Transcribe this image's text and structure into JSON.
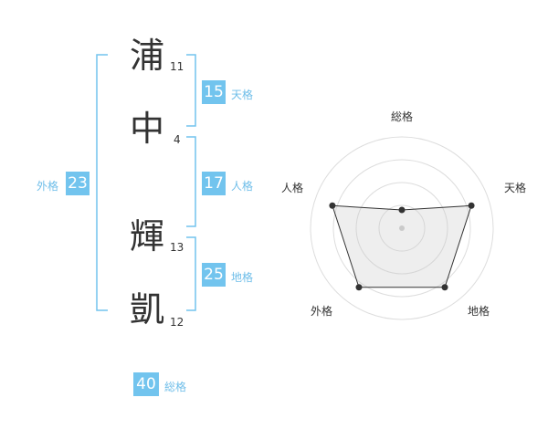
{
  "name_chars": [
    {
      "char": "浦",
      "strokes": "11"
    },
    {
      "char": "中",
      "strokes": "4"
    },
    {
      "char": "輝",
      "strokes": "13"
    },
    {
      "char": "凱",
      "strokes": "12"
    }
  ],
  "kakaku": {
    "tenkaku": {
      "value": "15",
      "label": "天格"
    },
    "jinkaku": {
      "value": "17",
      "label": "人格"
    },
    "chikaku": {
      "value": "25",
      "label": "地格"
    },
    "gaikaku": {
      "value": "23",
      "label": "外格"
    },
    "soukaku": {
      "value": "40",
      "label": "総格"
    }
  },
  "colors": {
    "accent": "#72c4ee",
    "bracket": "#72c4ee",
    "text": "#333333"
  },
  "chart_data": {
    "type": "radar",
    "axes": [
      "総格",
      "天格",
      "地格",
      "外格",
      "人格"
    ],
    "values": [
      1,
      4,
      4,
      4,
      4
    ],
    "max": 5,
    "rings": 4
  }
}
